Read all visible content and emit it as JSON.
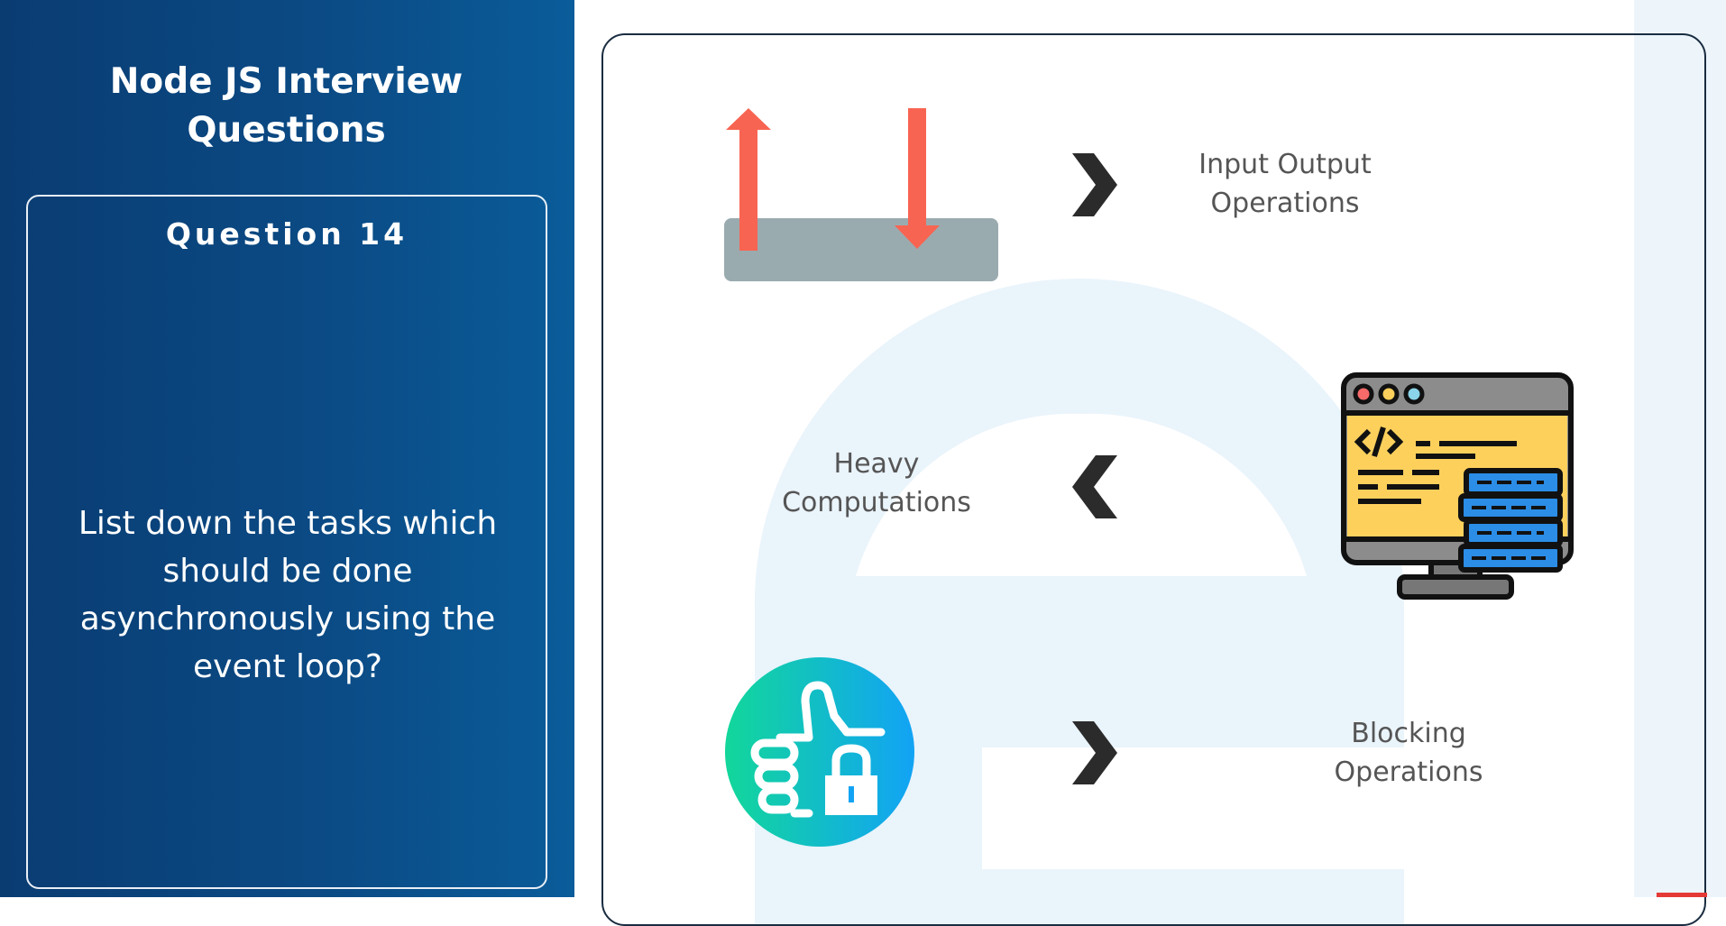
{
  "left": {
    "deck_title_line1": "Node JS Interview",
    "deck_title_line2": "Questions",
    "question_label": "Question 14",
    "question_text": "List down the tasks which should be done asynchronously using the event loop?"
  },
  "items": [
    {
      "label_line1": "Input Output",
      "label_line2": "Operations",
      "icon": "io-arrows-icon",
      "direction": "right"
    },
    {
      "label_line1": "Heavy",
      "label_line2": "Computations",
      "icon": "code-monitor-icon",
      "direction": "left"
    },
    {
      "label_line1": "Blocking",
      "label_line2": "Operations",
      "icon": "thumbs-up-lock-icon",
      "direction": "right"
    }
  ],
  "colors": {
    "left_panel": "#0b4a84",
    "arrow_red": "#f86452",
    "tray_gray": "#9aabaf",
    "chevron": "#2b2b2b",
    "label_gray": "#555555",
    "monitor_yellow": "#fdd05c",
    "server_blue": "#2b8de6"
  }
}
